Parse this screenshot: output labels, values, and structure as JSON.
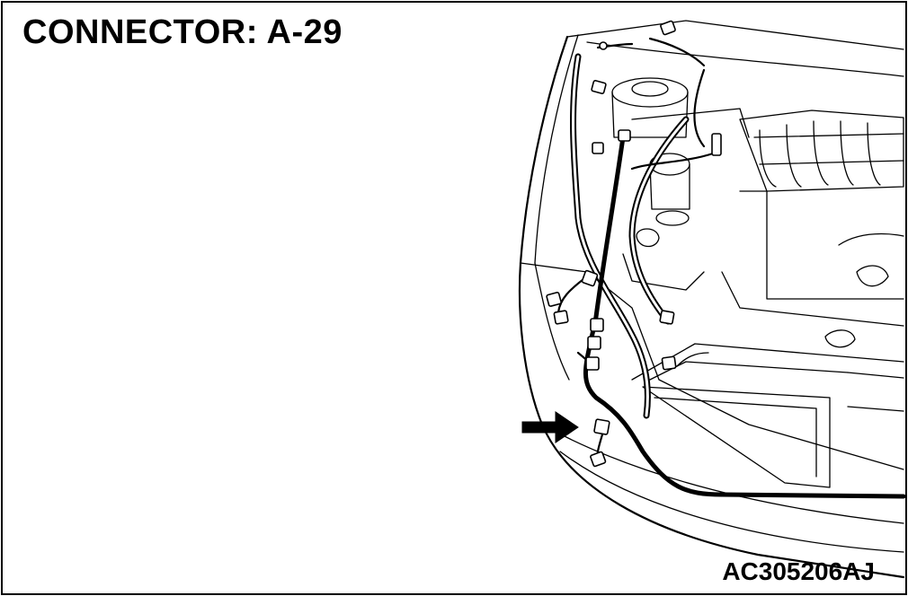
{
  "title": "CONNECTOR: A-29",
  "figure_code": "AC305206AJ",
  "illustration": {
    "subject": "engine compartment wiring harness",
    "icons": [
      "pointer-arrow-icon"
    ]
  }
}
